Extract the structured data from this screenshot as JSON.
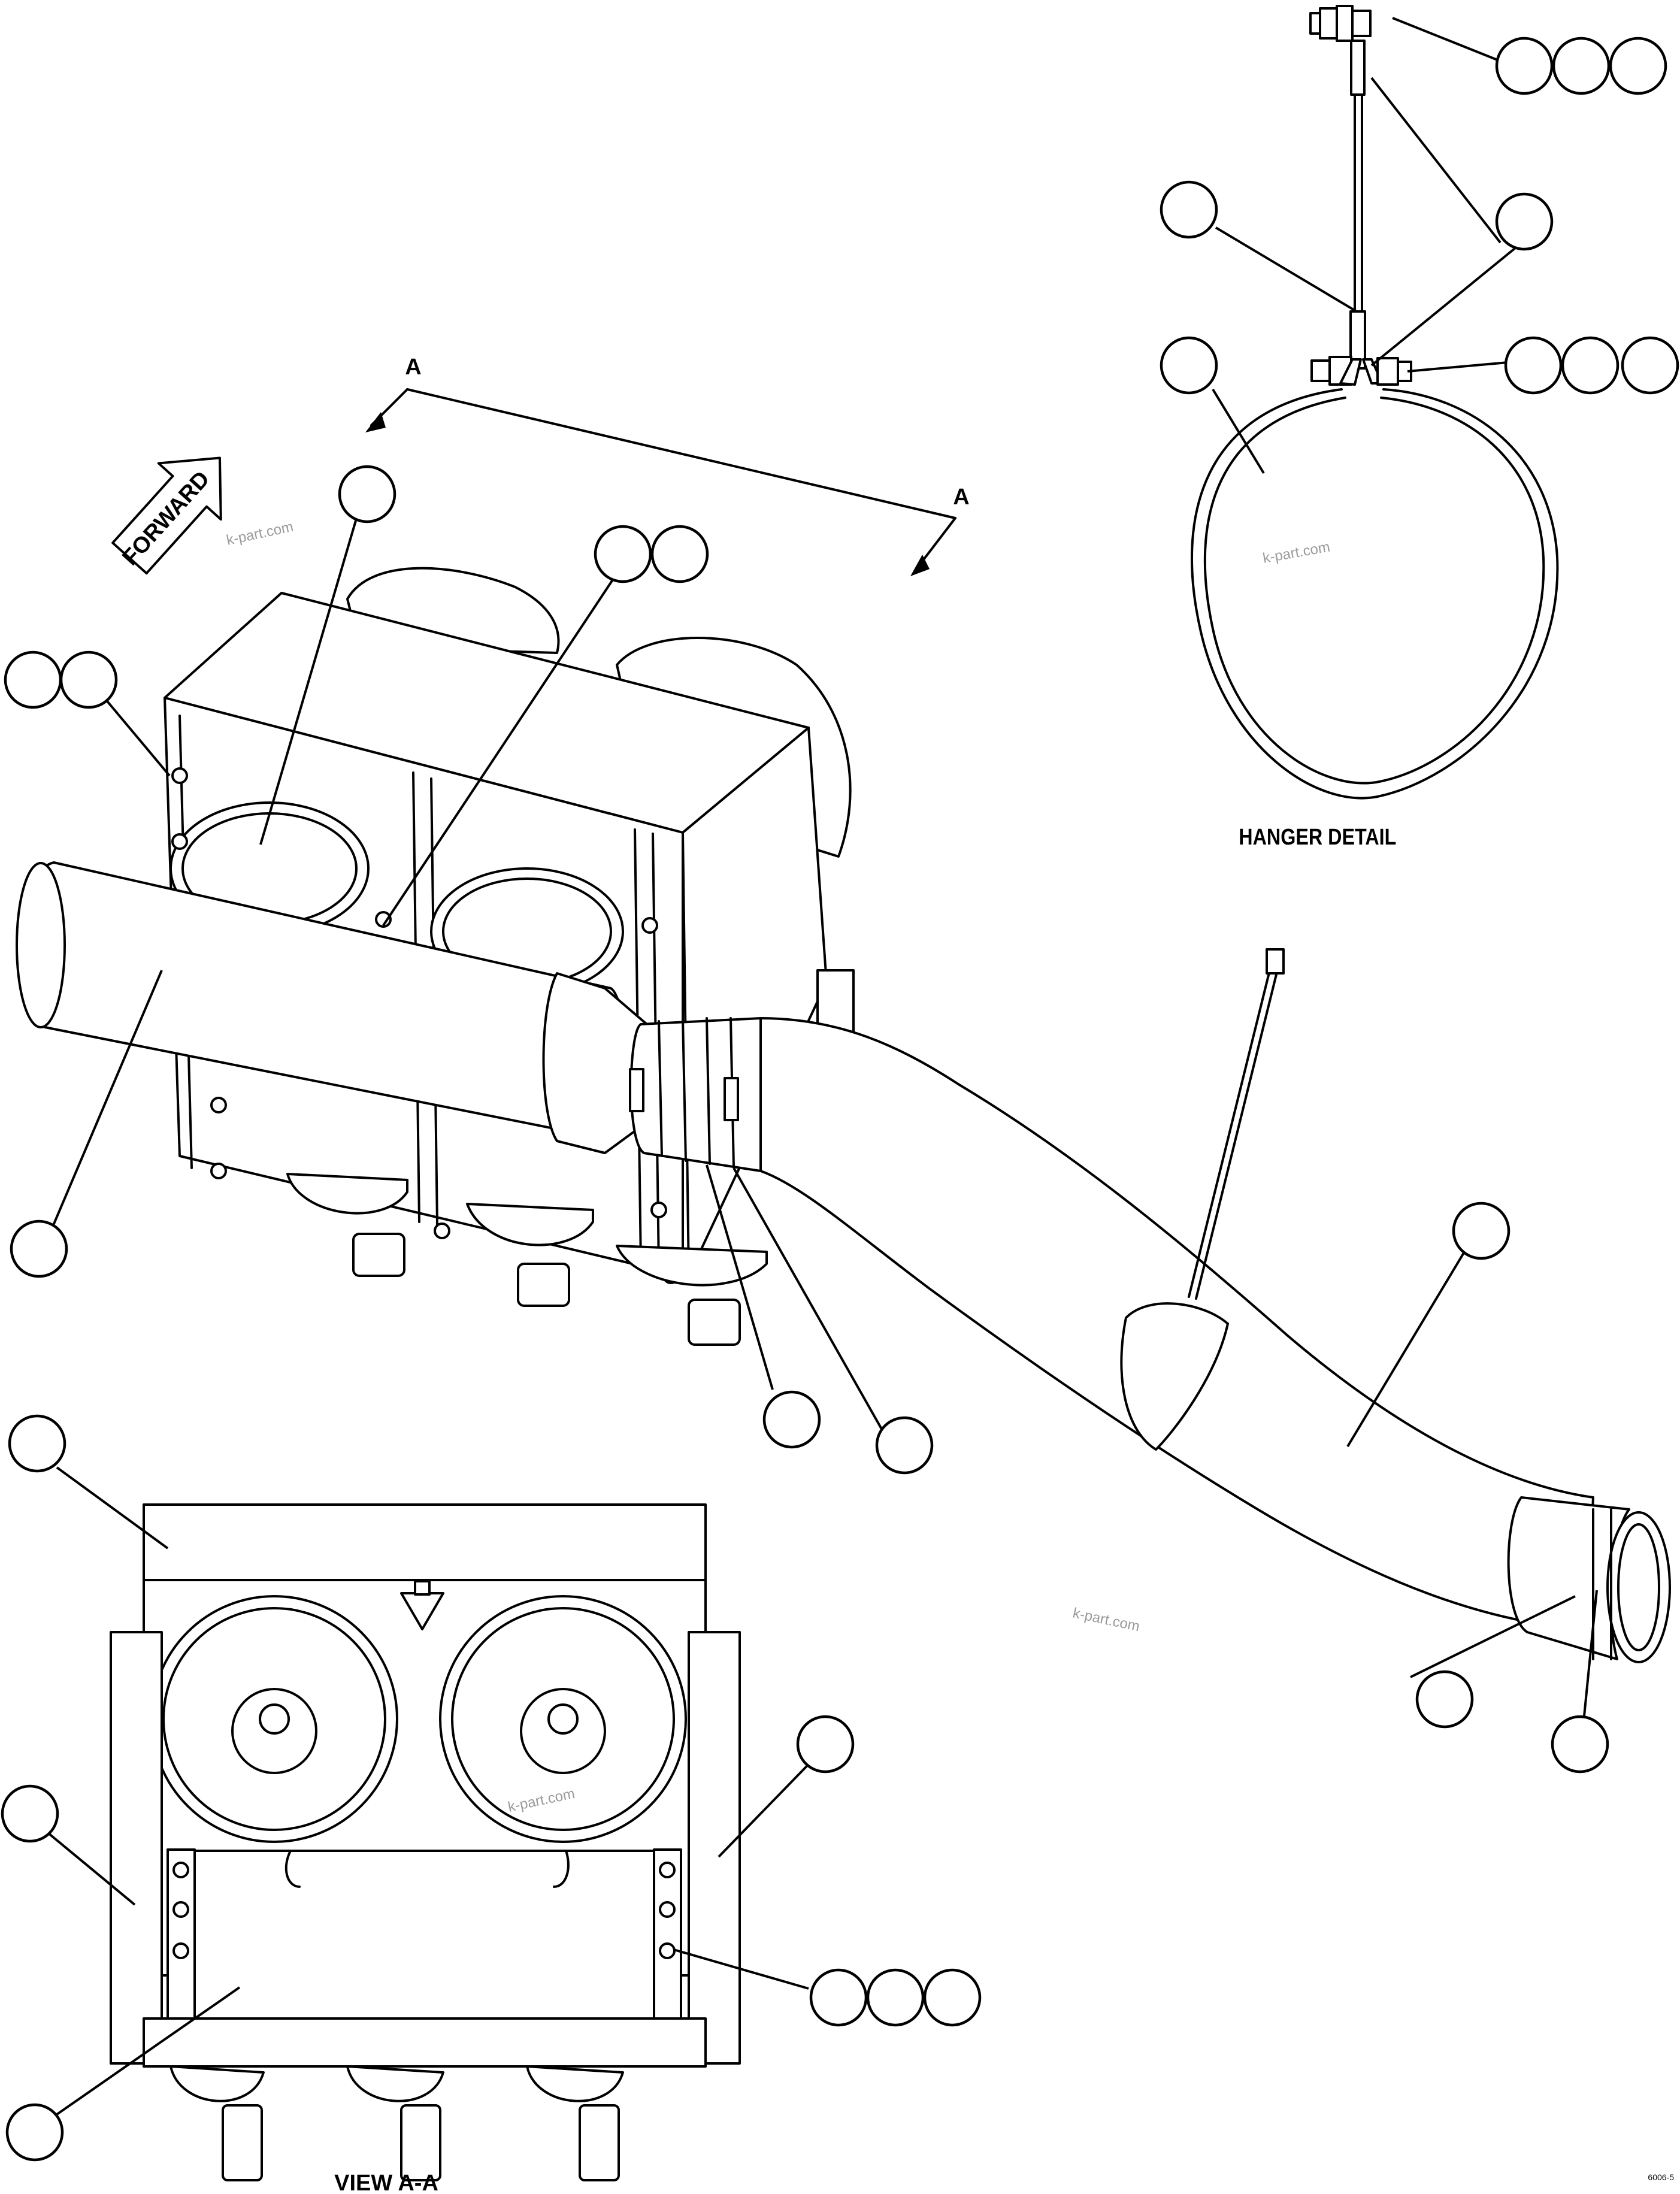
{
  "section_marker": {
    "letter_left": "A",
    "letter_right": "A"
  },
  "arrow_forward": {
    "label": "FORWARD"
  },
  "hanger_detail": {
    "title": "HANGER DETAIL"
  },
  "view_aa": {
    "title": "VIEW A-A"
  },
  "watermark": "k-part.com",
  "sheet_id": "6006-5"
}
